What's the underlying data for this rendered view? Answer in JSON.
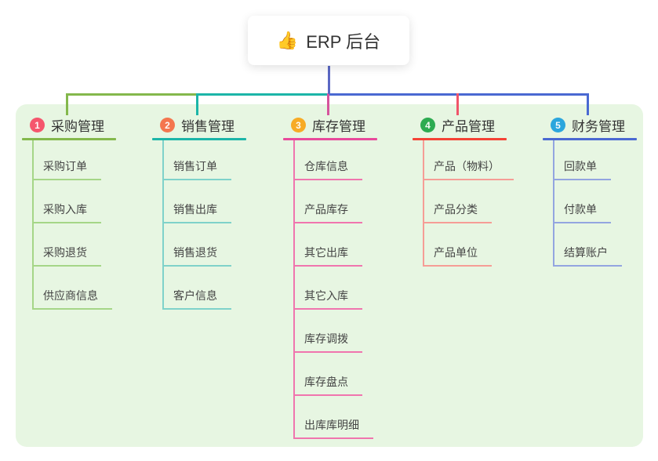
{
  "root": {
    "icon": "👍",
    "title": "ERP 后台"
  },
  "colors": {
    "page_bg": "#ffffff",
    "panel_bg": "#e7f6e2",
    "root_line": "#5b68c4",
    "title_text": "#333333",
    "child_text": "#444444"
  },
  "branches": [
    {
      "number": "1",
      "title": "采购管理",
      "badge_color": "#f5566d",
      "line_color": "#84b84c",
      "child_line_color": "#a5d687",
      "drop_color": "#84b84c",
      "children": [
        "采购订单",
        "采购入库",
        "采购退货",
        "供应商信息"
      ]
    },
    {
      "number": "2",
      "title": "销售管理",
      "badge_color": "#f4764e",
      "line_color": "#1cb5a8",
      "child_line_color": "#7fd2ca",
      "drop_color": "#1cb5a8",
      "children": [
        "销售订单",
        "销售出库",
        "销售退货",
        "客户信息"
      ]
    },
    {
      "number": "3",
      "title": "库存管理",
      "badge_color": "#f7ab25",
      "line_color": "#e84a9b",
      "child_line_color": "#f075ae",
      "drop_color": "#d6549d",
      "children": [
        "仓库信息",
        "产品库存",
        "其它出库",
        "其它入库",
        "库存调拨",
        "库存盘点",
        "出库库明细"
      ]
    },
    {
      "number": "4",
      "title": "产品管理",
      "badge_color": "#2dab51",
      "line_color": "#f44336",
      "child_line_color": "#f69d96",
      "drop_color": "#f0556a",
      "children": [
        "产品（物料）",
        "产品分类",
        "产品单位"
      ]
    },
    {
      "number": "5",
      "title": "财务管理",
      "badge_color": "#2ba6dd",
      "line_color": "#4a69d2",
      "child_line_color": "#93a5e0",
      "drop_color": "#4a69d2",
      "children": [
        "回款单",
        "付款单",
        "结算账户"
      ]
    }
  ]
}
